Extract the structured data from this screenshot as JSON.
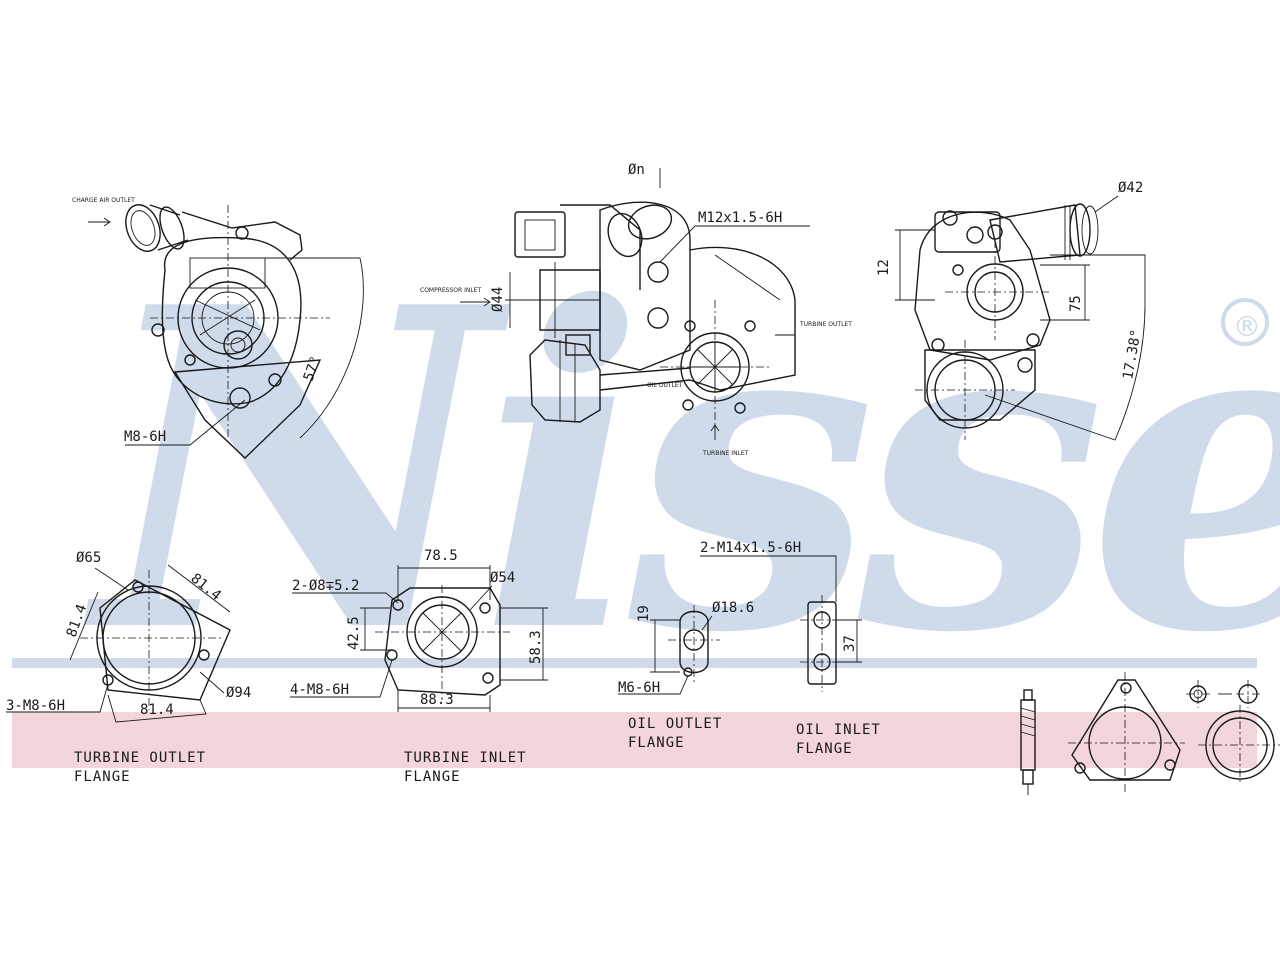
{
  "watermark": {
    "brand": "Nissens",
    "registered": "®",
    "color": "#cfdbea"
  },
  "band_color": "#f3d6dc",
  "views": {
    "left": {
      "callout_thread": "M8-6H",
      "angle": "57°",
      "label_tiny": "CHARGE AIR OUTLET"
    },
    "center": {
      "top_mark": "Øn",
      "thread": "M12x1.5-6H",
      "dia": "Ø44",
      "label_comp_inlet": "COMPRESSOR INLET",
      "label_turbine_outlet": "TURBINE OUTLET",
      "label_oil": "OIL OUTLET",
      "label_turbine_inlet": "TURBINE INLET"
    },
    "right": {
      "dia": "Ø42",
      "dim_12": "12",
      "dim_75": "75",
      "dim_angle": "17.38°"
    }
  },
  "flanges": {
    "turbine_outlet": {
      "caption_1": "TURBINE OUTLET",
      "caption_2": "FLANGE",
      "d65": "Ø65",
      "d81_4_a": "81.4",
      "d81_4_b": "81.4",
      "d81_4_c": "81.4",
      "d94": "Ø94",
      "bolts": "3-M8-6H"
    },
    "turbine_inlet": {
      "caption_1": "TURBINE INLET",
      "caption_2": "FLANGE",
      "d78_5": "78.5",
      "holes": "2-Ø8∓5.2",
      "d54": "Ø54",
      "d42_5": "42.5",
      "d58_3": "58.3",
      "d88_3": "88.3",
      "bolts": "4-M8-6H"
    },
    "oil_outlet": {
      "caption_1": "OIL OUTLET",
      "caption_2": "FLANGE",
      "d19": "19",
      "d18_6": "Ø18.6",
      "bolt": "M6-6H"
    },
    "oil_inlet": {
      "caption_1": "OIL INLET",
      "caption_2": "FLANGE",
      "thread": "2-M14x1.5-6H",
      "d37": "37"
    }
  },
  "icons": [
    "bolt-icon",
    "gasket-3hole-icon",
    "gasket-ring-icon",
    "nut-icon",
    "washer-icon"
  ]
}
